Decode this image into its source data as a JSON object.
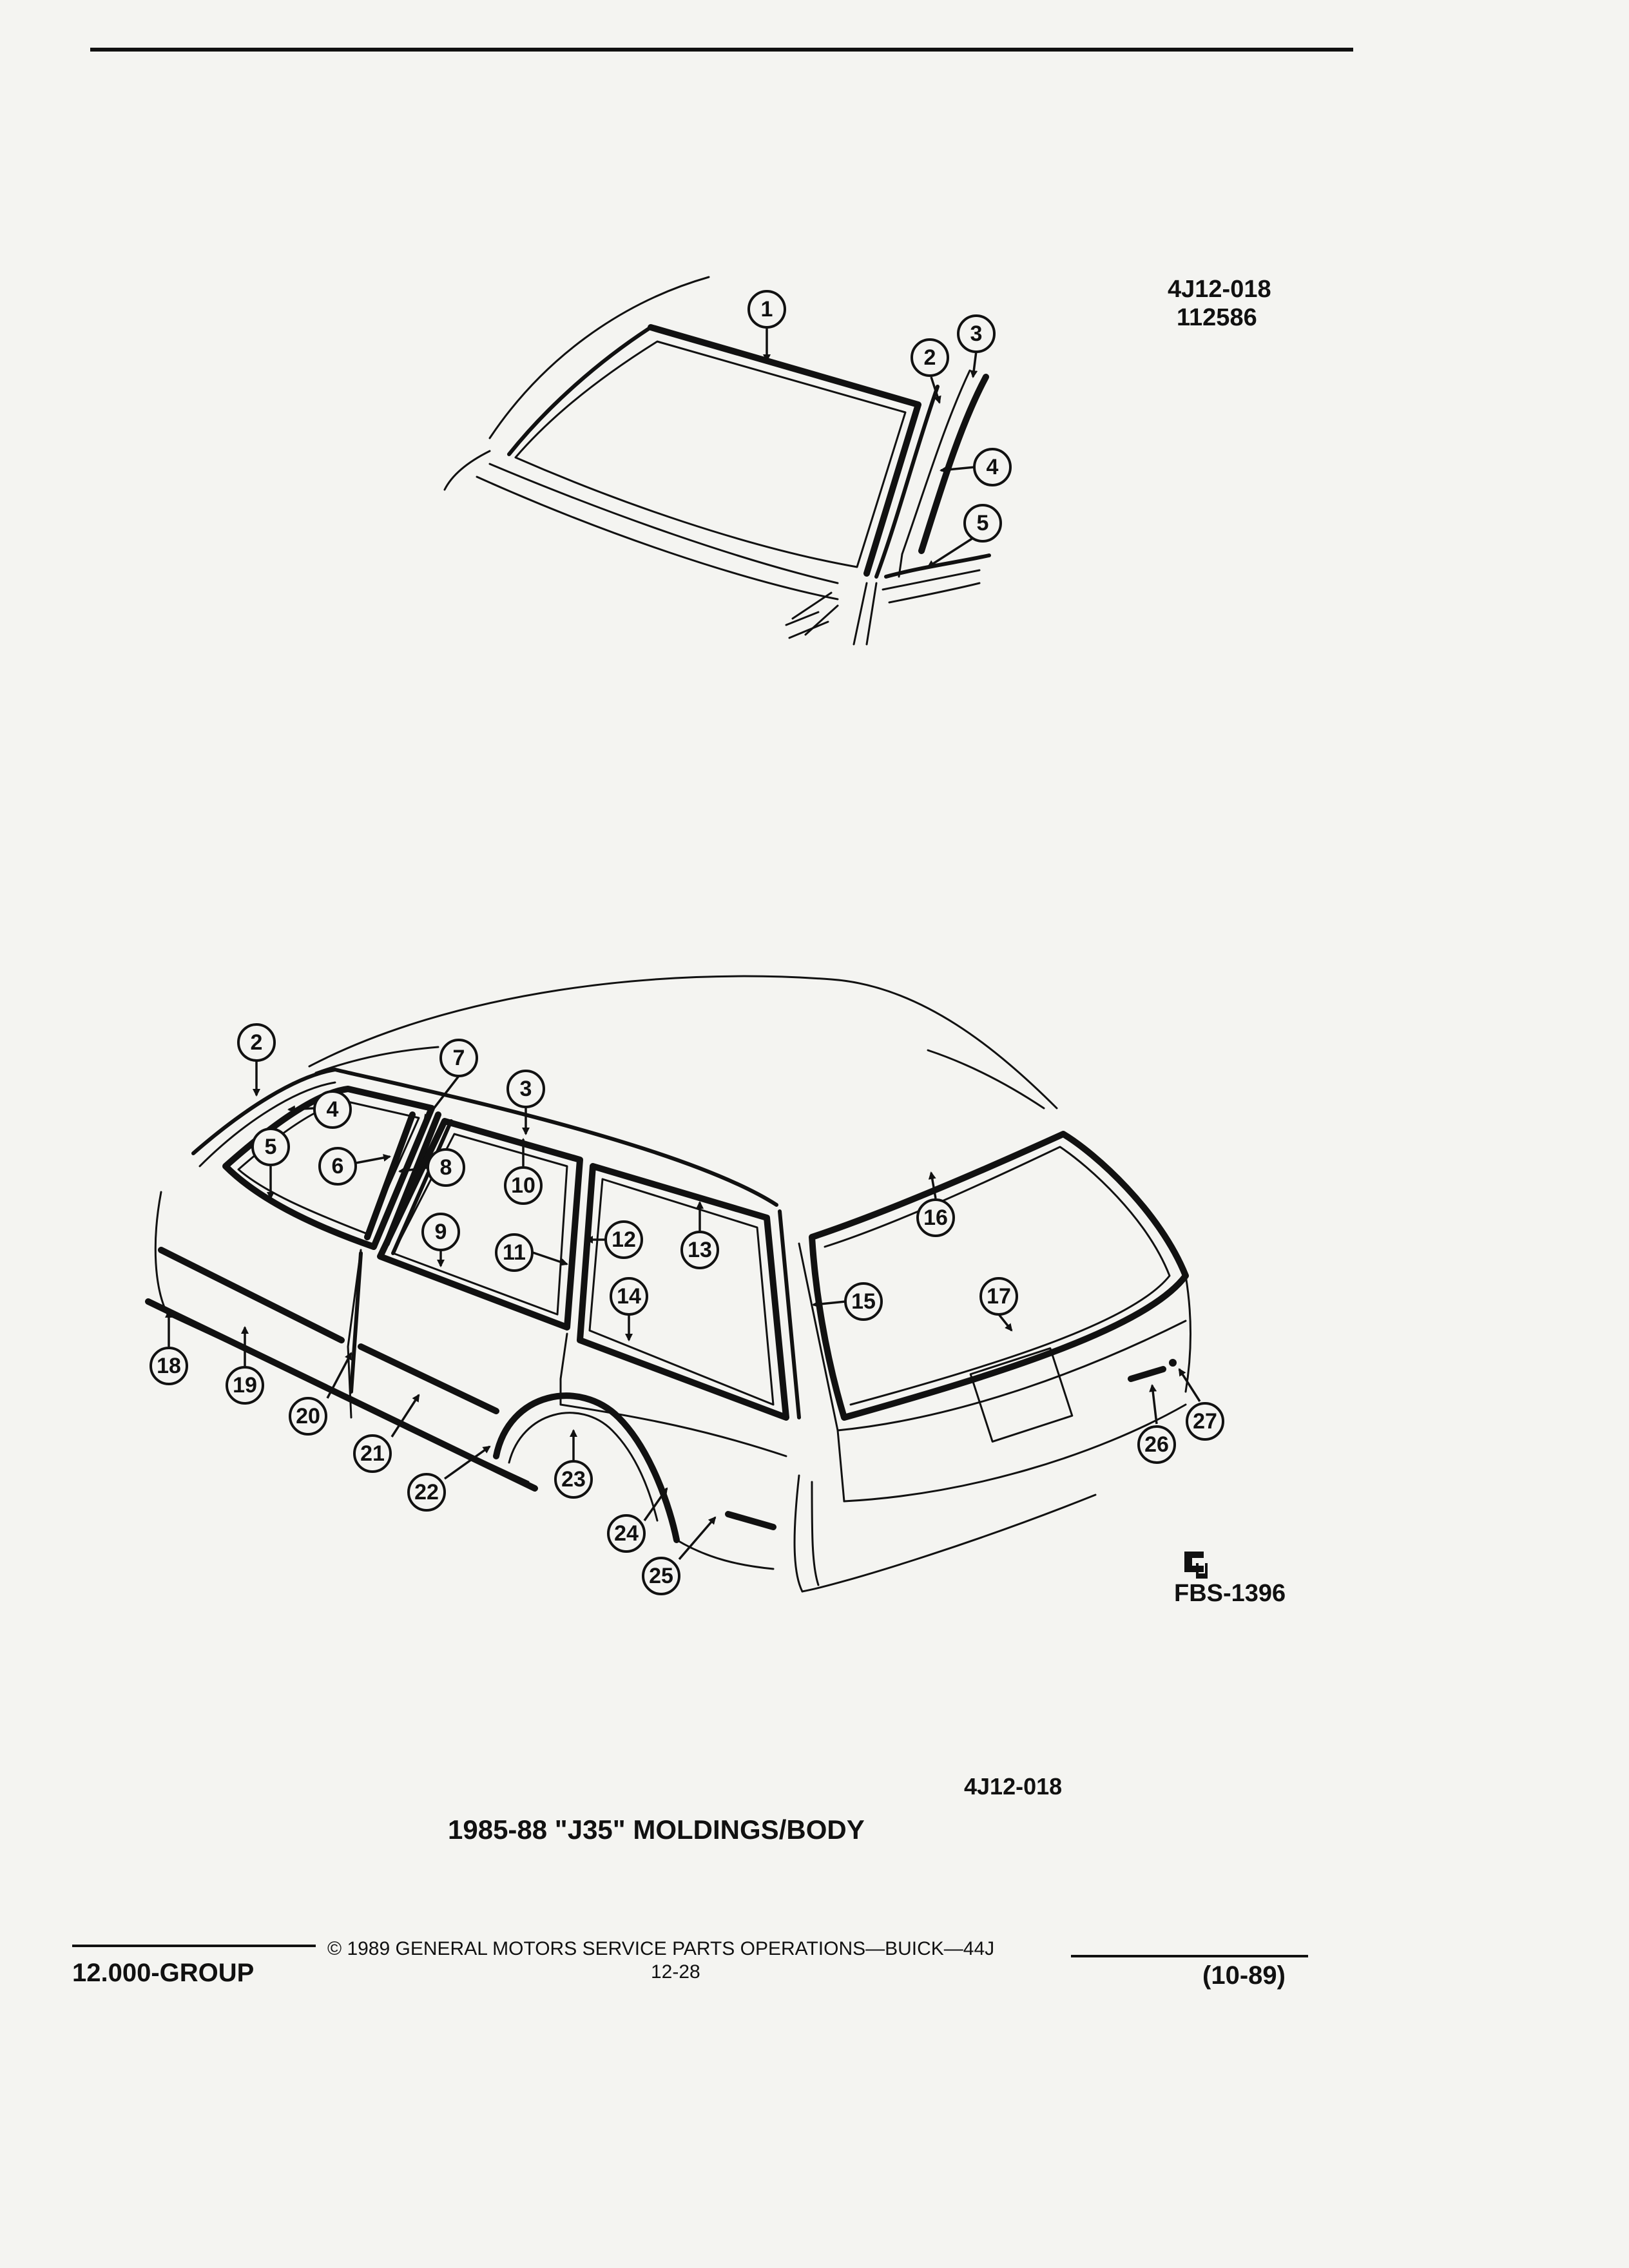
{
  "header": {
    "figure_code_top": "4J12-018",
    "figure_date_top": "112586"
  },
  "diagram": {
    "windshield_callouts": [
      "1",
      "2",
      "3",
      "4",
      "5"
    ],
    "wagon_callouts": [
      "2",
      "3",
      "4",
      "5",
      "6",
      "7",
      "8",
      "9",
      "10",
      "11",
      "12",
      "13",
      "14",
      "15",
      "16",
      "17",
      "18",
      "19",
      "20",
      "21",
      "22",
      "23",
      "24",
      "25",
      "26",
      "27"
    ],
    "fbs_code": "FBS-1396",
    "logo_glyph": "GM-service-parts-logo"
  },
  "caption": {
    "figure_code": "4J12-018",
    "title": "1985-88 \"J35\" MOLDINGS/BODY"
  },
  "footer": {
    "group": "12.000-GROUP",
    "copyright": "© 1989 GENERAL MOTORS SERVICE PARTS OPERATIONS—BUICK—44J",
    "page": "12-28",
    "date": "(10-89)"
  }
}
